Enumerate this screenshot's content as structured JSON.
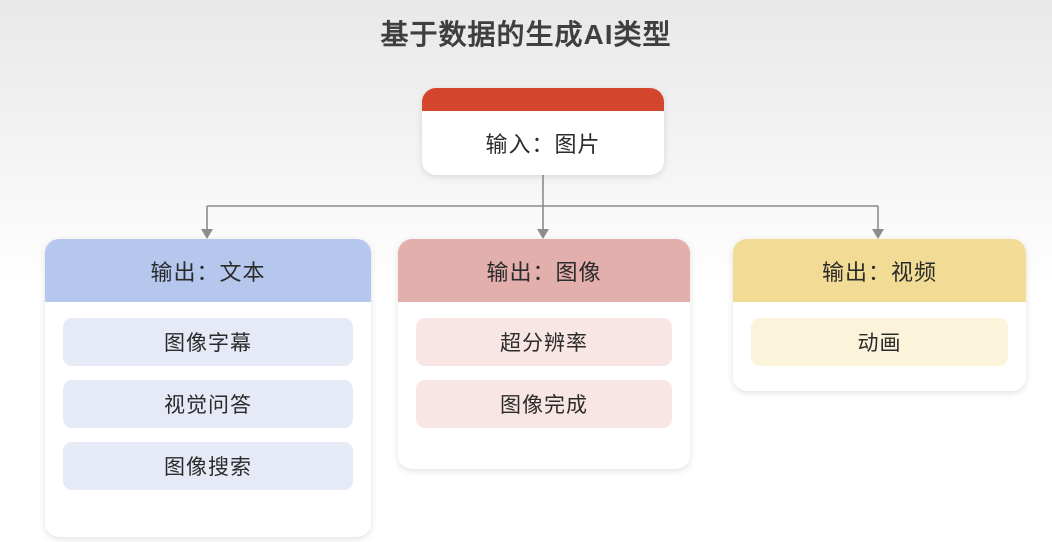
{
  "title": "基于数据的生成AI类型",
  "root": {
    "label": "输入：图片",
    "header_color": "#d4452e"
  },
  "branches": [
    {
      "header": "输出：文本",
      "header_color": "#b6c7ee",
      "pill_color": "#e6eaf7",
      "items": [
        "图像字幕",
        "视觉问答",
        "图像搜索"
      ]
    },
    {
      "header": "输出：图像",
      "header_color": "#e3afad",
      "pill_color": "#f8e6e4",
      "items": [
        "超分辨率",
        "图像完成"
      ]
    },
    {
      "header": "输出：视频",
      "header_color": "#f2dc95",
      "pill_color": "#fbf3da",
      "items": [
        "动画"
      ]
    }
  ],
  "connector": {
    "color": "#8c8c8c",
    "arrow_count": 3
  }
}
